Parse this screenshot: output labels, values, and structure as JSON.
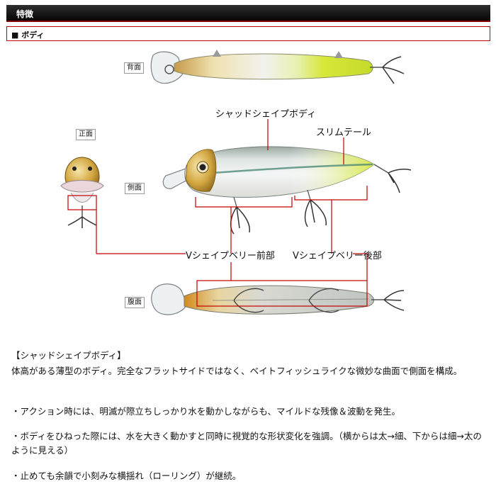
{
  "header": {
    "title": "特徴"
  },
  "section": {
    "title": "■ ボディ"
  },
  "views": {
    "back": "背面",
    "front": "正面",
    "side": "側面",
    "belly": "腹面"
  },
  "callouts": {
    "shad_body": "シャッドシェイプボディ",
    "slim_tail": "スリムテール",
    "v_front": "Vシェイプベリー前部",
    "v_rear": "Vシェイプベリー後部"
  },
  "description": {
    "heading": "【シャッドシェイプボディ】",
    "intro": "体高がある薄型のボディ。完全なフラットサイドではなく、ベイトフィッシュライクな微妙な曲面で側面を構成。",
    "bullets": [
      "・アクション時には、明滅が際立ちしっかり水を動かしながらも、マイルドな残像＆波動を発生。",
      "・ボディをひねった際には、水を大きく動かすと同時に視覚的な形状変化を強調。（横からは太→細、下からは細→太のように見える）",
      "・止めても余韻で小刻みな横揺れ（ローリング）が継続。"
    ]
  },
  "colors": {
    "accent_red": "#c00000",
    "chartreuse": "#d6e83a",
    "gold": "#c8962a"
  }
}
